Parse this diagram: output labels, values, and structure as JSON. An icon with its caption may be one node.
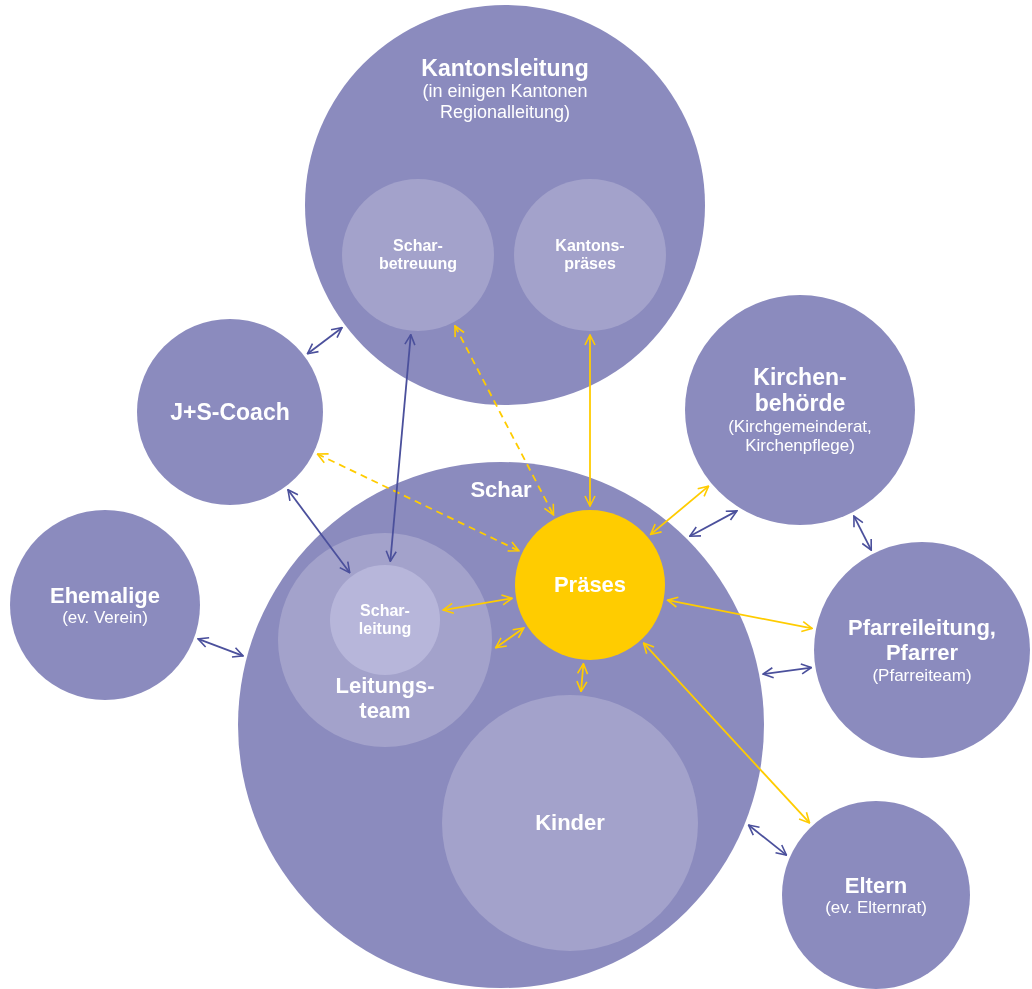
{
  "diagram": {
    "nodes": [
      {
        "text": [
          "Kantonsleitung",
          "(in einigen Kantonen Regionalleitung)"
        ]
      },
      {
        "text": [
          "Schar- betreuung"
        ],
        "in": 0
      },
      {
        "text": [
          "Kantons- präses"
        ],
        "in": 0
      },
      {
        "text": [
          "J+S-Coach"
        ]
      },
      {
        "text": [
          "Kirchen- behörde",
          "(Kirchgemeinderat, Kirchenpflege)"
        ]
      },
      {
        "text": [
          "Schar"
        ]
      },
      {
        "text": [
          "Ehemalige",
          "(ev. Verein)"
        ]
      },
      {
        "text": [
          "Leitungs- team"
        ],
        "in": 5
      },
      {
        "text": [
          "Schar- leitung"
        ],
        "in": 7
      },
      {
        "text": [
          "Präses"
        ],
        "in": 5
      },
      {
        "text": [
          "Pfarreileitung, Pfarrer",
          "(Pfarreiteam)"
        ]
      },
      {
        "text": [
          "Kinder"
        ],
        "in": 5
      },
      {
        "text": [
          "Eltern",
          "(ev. Elternrat)"
        ]
      }
    ],
    "edges": [
      {
        "from": 3,
        "to": 0,
        "arrow": "both",
        "color": "#4b509c"
      },
      {
        "from": 3,
        "to": 8,
        "arrow": "both",
        "color": "#4b509c"
      },
      {
        "from": 3,
        "to": 9,
        "arrow": "both",
        "style": "dashed"
      },
      {
        "from": 1,
        "to": 8,
        "arrow": "both",
        "color": "#4b509c"
      },
      {
        "from": 1,
        "to": 9,
        "arrow": "both",
        "style": "dashed"
      },
      {
        "from": 2,
        "to": 9,
        "arrow": "both"
      },
      {
        "from": 6,
        "to": 5,
        "arrow": "both",
        "color": "#4b509c"
      },
      {
        "from": 9,
        "to": 8,
        "arrow": "both"
      },
      {
        "from": 9,
        "to": 7,
        "arrow": "both"
      },
      {
        "from": 9,
        "to": 11,
        "arrow": "both"
      },
      {
        "from": 9,
        "to": 4,
        "arrow": "both"
      },
      {
        "from": 5,
        "to": 4,
        "arrow": "both",
        "color": "#4b509c"
      },
      {
        "from": 4,
        "to": 10,
        "arrow": "both",
        "color": "#4b509c"
      },
      {
        "from": 9,
        "to": 10,
        "arrow": "both"
      },
      {
        "from": 5,
        "to": 10,
        "arrow": "both",
        "color": "#4b509c"
      },
      {
        "from": 9,
        "to": 12,
        "arrow": "both"
      },
      {
        "from": 5,
        "to": 12,
        "arrow": "both",
        "color": "#4b509c"
      }
    ]
  }
}
